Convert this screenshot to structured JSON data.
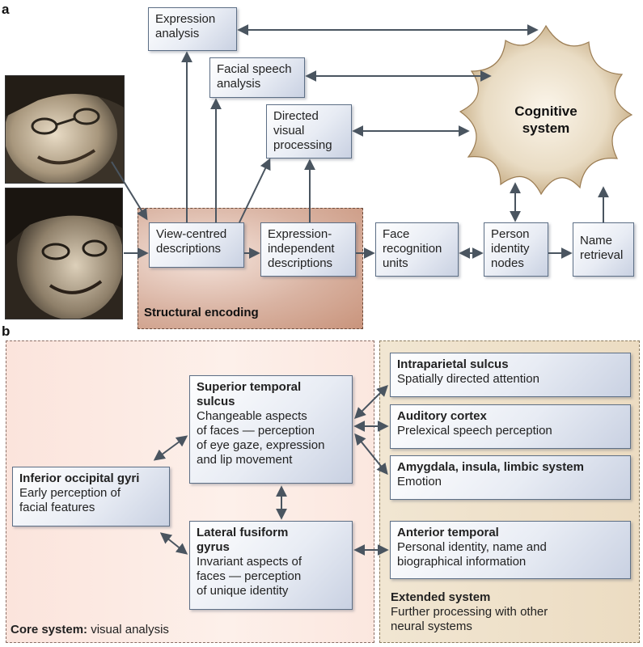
{
  "panel_a": {
    "label": "a",
    "expression_analysis": [
      "Expression",
      "analysis"
    ],
    "facial_speech": [
      "Facial speech",
      "analysis"
    ],
    "directed_visual": [
      "Directed",
      "visual",
      "processing"
    ],
    "cognitive_system": [
      "Cognitive",
      "system"
    ],
    "view_centred": [
      "View-centred",
      "descriptions"
    ],
    "expression_independent": [
      "Expression-",
      "independent",
      "descriptions"
    ],
    "structural_encoding": "Structural encoding",
    "face_recognition": [
      "Face",
      "recognition",
      "units"
    ],
    "person_identity": [
      "Person",
      "identity",
      "nodes"
    ],
    "name_retrieval": [
      "Name",
      "retrieval"
    ]
  },
  "panel_b": {
    "label": "b",
    "superior_temporal": {
      "title": [
        "Superior temporal",
        "sulcus"
      ],
      "body": [
        "Changeable aspects",
        "of faces — perception",
        "of eye gaze, expression",
        "and lip movement"
      ]
    },
    "inferior_occipital": {
      "title": "Inferior occipital gyri",
      "body": [
        "Early perception of",
        "facial features"
      ]
    },
    "lateral_fusiform": {
      "title": [
        "Lateral fusiform",
        "gyrus"
      ],
      "body": [
        "Invariant aspects of",
        "faces — perception",
        "of unique identity"
      ]
    },
    "intraparietal": {
      "title": "Intraparietal sulcus",
      "body": "Spatially directed attention"
    },
    "auditory": {
      "title": "Auditory cortex",
      "body": "Prelexical speech perception"
    },
    "amygdala": {
      "title": "Amygdala, insula, limbic system",
      "body": "Emotion"
    },
    "anterior_temporal": {
      "title": "Anterior temporal",
      "body": [
        "Personal identity, name and",
        "biographical information"
      ]
    },
    "extended_system": {
      "title": "Extended system",
      "body": [
        "Further processing with other",
        "neural systems"
      ]
    },
    "core_system": {
      "title": "Core system:",
      "body": " visual analysis"
    }
  },
  "colors": {
    "arrow": "#4a5560",
    "box_border": "#5d6f86",
    "structural_fill": "#d9b3a2",
    "core_fill": "#fbe4dc",
    "extended_fill": "#ecdcc2",
    "cognitive_fill": "#d8c3a0"
  }
}
